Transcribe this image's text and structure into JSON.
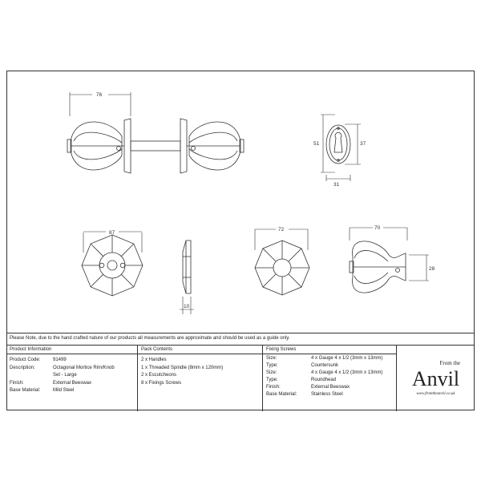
{
  "dimensions": {
    "knob_length": "76",
    "escutcheon_height": "51",
    "keyhole_height": "37",
    "escutcheon_width": "31",
    "rose_width": "87",
    "rose_depth": "10",
    "knob_face_width": "72",
    "knob_side_length": "70",
    "knob_neck": "28"
  },
  "note": "Please Note, due to the hand crafted nature of our products all measurements are approximate and should be used as a guide only.",
  "product_info": {
    "title": "Product Information",
    "rows": [
      {
        "k": "Product Code:",
        "v": "91499"
      },
      {
        "k": "Description:",
        "v": "Octagonal Mortice Rim/Knob"
      },
      {
        "k": "",
        "v": "Set - Large"
      },
      {
        "k": "Finish:",
        "v": "External Beeswax"
      },
      {
        "k": "Base Material:",
        "v": "Mild Steel"
      }
    ]
  },
  "pack_contents": {
    "title": "Pack Contents",
    "items": [
      "2 x Handles",
      "1 x Threaded Spindle (8mm x 120mm)",
      "2 x Escutcheons",
      "8 x Fixings Screws"
    ]
  },
  "fixing_screws": {
    "title": "Fixing Screws",
    "rows": [
      {
        "k": "Size:",
        "v": "4 x Gauge 4 x 1/2 (3mm x 13mm)"
      },
      {
        "k": "Type:",
        "v": "Countersunk"
      },
      {
        "k": "Size:",
        "v": "4 x Gauge 4 x 1/2 (3mm x 13mm)"
      },
      {
        "k": "Type:",
        "v": "Roundhead"
      },
      {
        "k": "Finish:",
        "v": "External Beeswax"
      },
      {
        "k": "Base Material:",
        "v": "Stainless Steel"
      }
    ]
  },
  "logo": {
    "from": "From the",
    "name": "Anvil",
    "url": "www.fromtheanvil.co.uk"
  }
}
